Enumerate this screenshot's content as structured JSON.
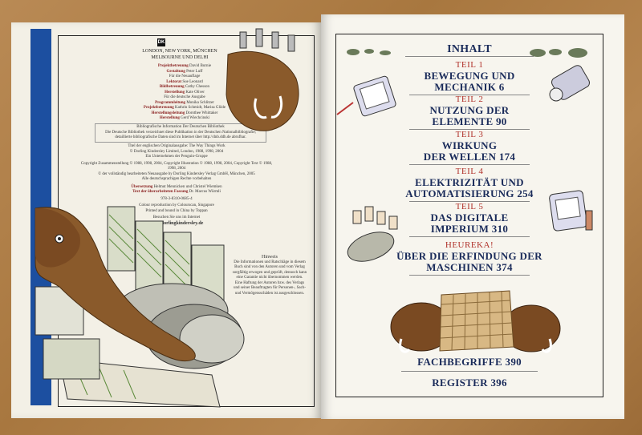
{
  "left_page": {
    "logo": "DK",
    "publisher_cities_1": "LONDON, NEW YORK, MÜNCHEN",
    "publisher_cities_2": "MELBOURNE UND DELHI",
    "credits": [
      {
        "label": "Projektbetreuung",
        "value": "David Burnie"
      },
      {
        "label": "Gestaltung",
        "value": "Peter Luff"
      },
      {
        "label": "",
        "value": "Für die Neuauflage"
      },
      {
        "label": "Lektorat",
        "value": "Sue Leonard"
      },
      {
        "label": "Bildbetreuung",
        "value": "Cathy Chesson"
      },
      {
        "label": "Herstellung",
        "value": "Kate Oliver"
      },
      {
        "label": "",
        "value": "Für die deutsche Ausgabe"
      },
      {
        "label": "Programmleitung",
        "value": "Monika Schlitzer"
      },
      {
        "label": "Projektbetreuung",
        "value": "Kathrin Schmidt, Marisa Glöde"
      },
      {
        "label": "Herstellungsleitung",
        "value": "Dorothee Whittaker"
      },
      {
        "label": "Herstellung",
        "value": "Gerd Wiechcinski"
      }
    ],
    "biblio_1": "Bibliografische Information Der Deutschen Bibliothek",
    "biblio_2": "Die Deutsche Bibliothek verzeichnet diese Publikation in der Deutschen Nationalbibliografie;",
    "biblio_3": "detaillierte bibliografische Daten sind im Internet über http://dnb.ddb.de abrufbar.",
    "orig_title": "Titel der englischen Originalausgabe: The Way Things Work",
    "copyright_1": "© Dorling Kindersley Limited, London, 1988, 1998, 2004",
    "copyright_2": "Ein Unternehmen der Penguin-Gruppe",
    "copyright_3": "Copyright Zusammenstellung © 1988, 1998, 2004, Copyright Illustration © 1988, 1998, 2004, Copyright Text © 1988, 1998, 2004",
    "copyright_4": "© der vollständig bearbeiteten Neuausgabe by Dorling Kindersley Verlag GmbH, München, 2005",
    "copyright_5": "Alle deutschsprachigen Rechte vorbehalten",
    "translation_label": "Übersetzung",
    "translation_value": "Helmut Mennicken und Christel Wiemken",
    "revision_label": "Text der überarbeiteten Fassung",
    "revision_value": "Dr. Marcus Würmli",
    "isbn": "978-3-8310-0685-4",
    "print_1": "Colour reproduction by Colourscan, Singapore",
    "print_2": "Printed and bound in China by Toppan",
    "web_label": "Besuchen Sie uns im Internet",
    "web_url": "www.dorlingkindersley.de",
    "hinweis_title": "Hinweis",
    "hinweis_text": [
      "Die Informationen und Ratschläge in diesem",
      "Buch sind von den Autoren und vom Verlag",
      "sorgfältig erwogen und geprüft, dennoch kann",
      "eine Garantie nicht übernommen werden.",
      "Eine Haftung der Autoren bzw. des Verlags",
      "und seiner Beauftragten für Personen-, Sach-",
      "und Vermögensschäden ist ausgeschlossen."
    ]
  },
  "right_page": {
    "heading": "INHALT",
    "parts": [
      {
        "part": "TEIL 1",
        "title_1": "BEWEGUNG UND",
        "title_2": "MECHANIK 6"
      },
      {
        "part": "TEIL 2",
        "title_1": "NUTZUNG DER",
        "title_2": "ELEMENTE 90"
      },
      {
        "part": "TEIL 3",
        "title_1": "WIRKUNG",
        "title_2": "DER WELLEN 174"
      },
      {
        "part": "TEIL 4",
        "title_1": "ELEKTRIZITÄT UND",
        "title_2": "AUTOMATISIERUNG 254"
      },
      {
        "part": "TEIL 5",
        "title_1": "DAS DIGITALE",
        "title_2": "IMPERIUM 310"
      },
      {
        "part": "HEUREKA!",
        "title_1": "ÜBER DIE ERFINDUNG DER",
        "title_2": "MASCHINEN 374"
      }
    ],
    "glossary": "FACHBEGRIFFE 390",
    "index": "REGISTER 396"
  },
  "colors": {
    "table_wood": "#a8773f",
    "spine_blue": "#1c4fa0",
    "part_red": "#b0312a",
    "title_navy": "#1a2b5a",
    "mammoth_brown": "#7a4a22"
  }
}
